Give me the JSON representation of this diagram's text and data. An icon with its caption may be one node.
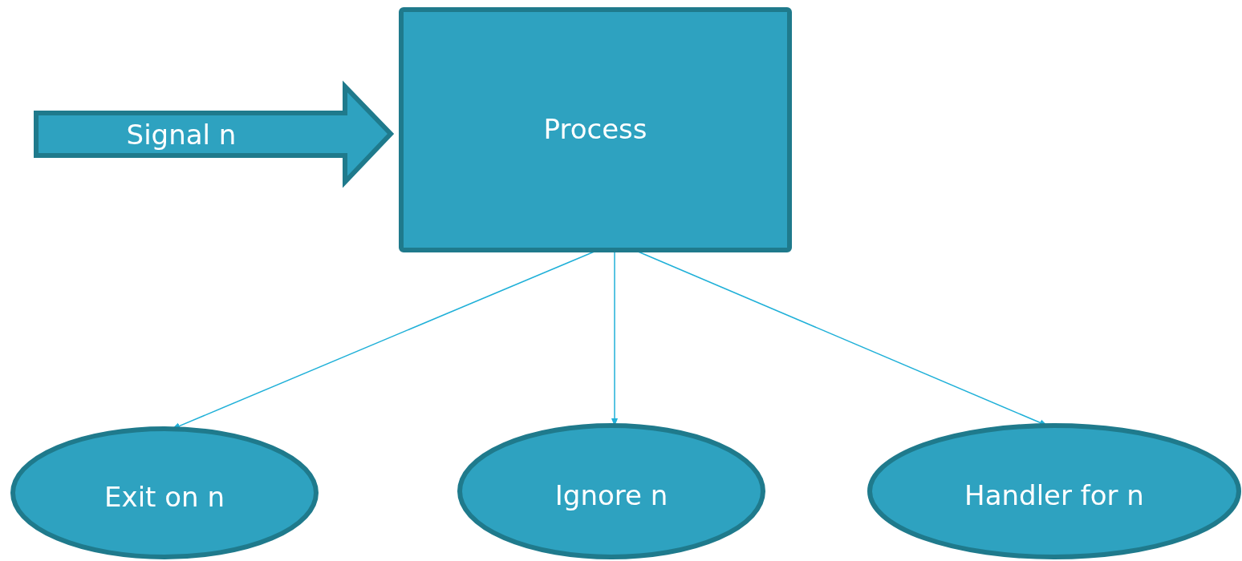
{
  "diagram": {
    "nodes": [
      {
        "text": [
          "Signal n"
        ]
      },
      {
        "text": [
          "Process"
        ]
      },
      {
        "text": [
          "Exit on n"
        ]
      },
      {
        "text": [
          "Ignore n"
        ]
      },
      {
        "text": [
          "Handler for n"
        ]
      }
    ],
    "edges": [
      {
        "from": 1,
        "to": 2,
        "arrow": "to"
      },
      {
        "from": 1,
        "to": 3,
        "arrow": "to"
      },
      {
        "from": 1,
        "to": 4,
        "arrow": "to"
      }
    ]
  }
}
